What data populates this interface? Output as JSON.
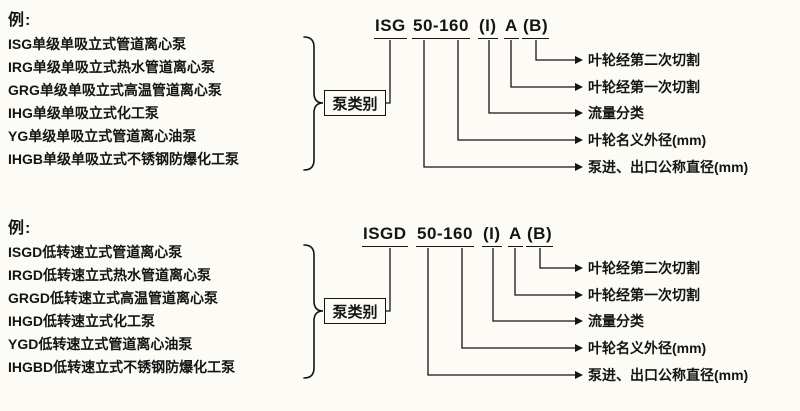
{
  "colors": {
    "ink": "#141414",
    "paper": "#fcfbf6"
  },
  "sections": [
    {
      "example_label": "例:",
      "pumps": [
        "ISG单级单吸立式管道离心泵",
        "IRG单级单吸立式热水管道离心泵",
        "GRG单级单吸立式高温管道离心泵",
        "IHG单级单吸立式化工泵",
        "YG单级单吸立式管道离心油泵",
        "IHGB单级单吸立式不锈钢防爆化工泵"
      ],
      "category_label": "泵类别",
      "model_code": {
        "prefix": "ISG",
        "size": "50-160",
        "flow": "(I)",
        "cut_a": "A",
        "cut_b": "(B)"
      },
      "callouts": [
        "叶轮经第二次切割",
        "叶轮经第一次切割",
        "流量分类",
        "叶轮名义外径(mm)",
        "泵进、出口公称直径(mm)"
      ]
    },
    {
      "example_label": "例:",
      "pumps": [
        "ISGD低转速立式管道离心泵",
        "IRGD低转速立式热水管道离心泵",
        "GRGD低转速立式高温管道离心泵",
        "IHGD低转速立式化工泵",
        "YGD低转速立式管道离心油泵",
        "IHGBD低转速立式不锈钢防爆化工泵"
      ],
      "category_label": "泵类别",
      "model_code": {
        "prefix": "ISGD",
        "size": "50-160",
        "flow": "(I)",
        "cut_a": "A",
        "cut_b": "(B)"
      },
      "callouts": [
        "叶轮经第二次切割",
        "叶轮经第一次切割",
        "流量分类",
        "叶轮名义外径(mm)",
        "泵进、出口公称直径(mm)"
      ]
    }
  ]
}
